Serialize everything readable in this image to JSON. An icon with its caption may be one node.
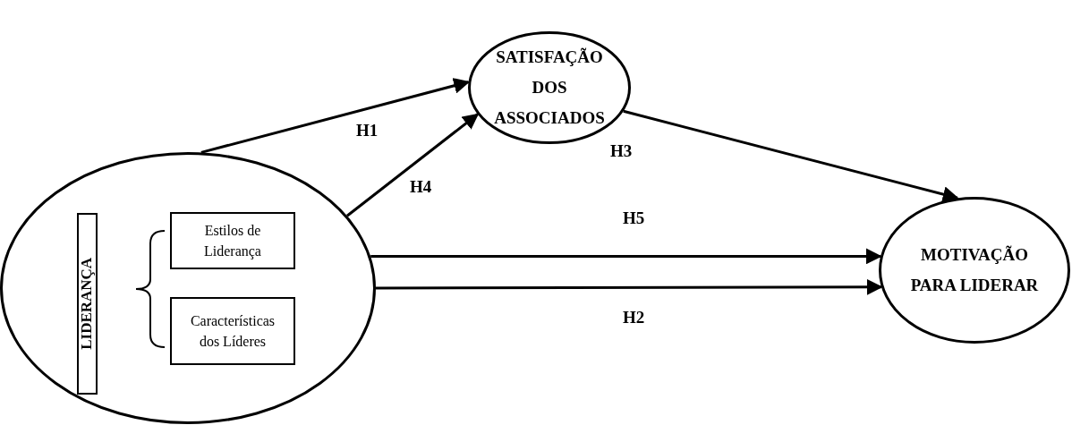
{
  "diagram": {
    "nodes": [
      {
        "text": [],
        "shape": "ellipse"
      },
      {
        "text": [
          "LIDERANÇA"
        ],
        "in": 0
      },
      {
        "text": [
          "Estilos de Liderança"
        ],
        "in": 0
      },
      {
        "text": [
          "Características dos Líderes"
        ],
        "in": 0
      },
      {
        "text": [
          "SATISFAÇÃO DOS ASSOCIADOS"
        ]
      },
      {
        "text": [
          "MOTIVAÇÃO PARA LIDERAR"
        ]
      }
    ],
    "edges": [
      {
        "from": 0,
        "to": 4,
        "arrow": "to",
        "label": "H1"
      },
      {
        "from": 0,
        "to": 4,
        "arrow": "to",
        "label": "H4"
      },
      {
        "from": 4,
        "to": 5,
        "arrow": "to",
        "label": "H3"
      },
      {
        "from": 0,
        "to": 5,
        "arrow": "to",
        "label": "H5"
      },
      {
        "from": 0,
        "to": 5,
        "arrow": "to",
        "label": "H2"
      }
    ]
  }
}
